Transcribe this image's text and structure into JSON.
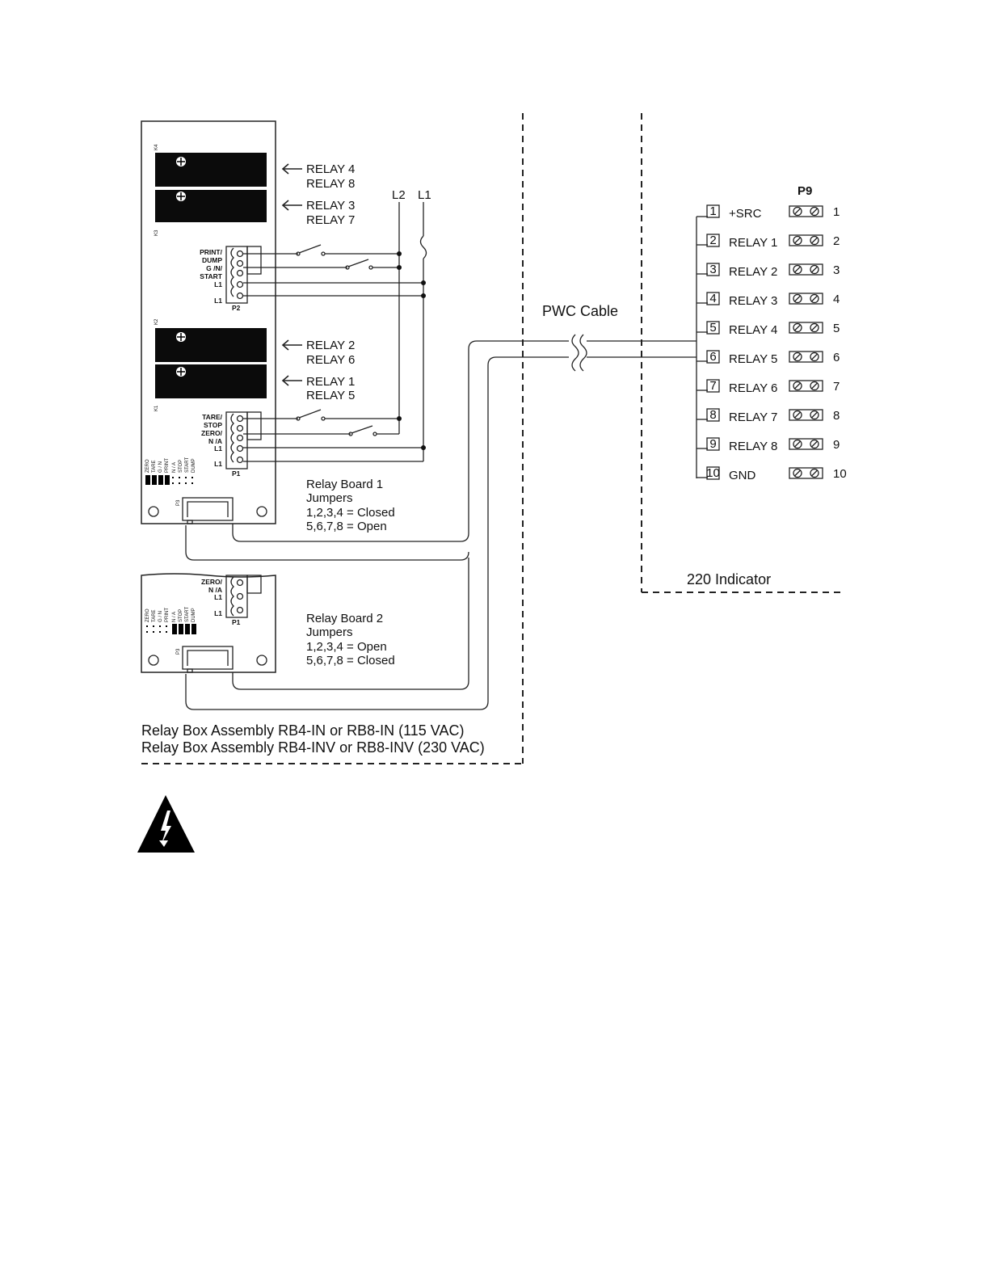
{
  "relay_board_1": {
    "relay_labels": [
      [
        "RELAY 4",
        "RELAY 8"
      ],
      [
        "RELAY 3",
        "RELAY 7"
      ],
      [
        "RELAY 2",
        "RELAY 6"
      ],
      [
        "RELAY 1",
        "RELAY 5"
      ]
    ],
    "relay_ids": [
      "K4",
      "K3",
      "K2",
      "K1"
    ],
    "p2_pins": [
      "PRINT/",
      "DUMP",
      "G /N/",
      "START",
      "L1",
      "L1"
    ],
    "p2_name": "P2",
    "p1_pins": [
      "TARE/",
      "STOP",
      "ZERO/",
      "N /A",
      "L1",
      "L1"
    ],
    "p1_name": "P1",
    "p3_name": "P3",
    "jumper_labels": [
      "ZERO",
      "TARE",
      "G / N",
      "PRINT",
      "N / A",
      "STOP",
      "START",
      "DUMP"
    ],
    "caption": [
      "Relay Board 1",
      "Jumpers",
      "1,2,3,4 = Closed",
      "5,6,7,8 = Open"
    ]
  },
  "relay_board_2": {
    "p1_pins": [
      "ZERO/",
      "N /A",
      "L1",
      "L1"
    ],
    "p1_name": "P1",
    "p3_name": "P3",
    "jumper_labels": [
      "ZERO",
      "TARE",
      "G / N",
      "PRINT",
      "N / A",
      "STOP",
      "START",
      "DUMP"
    ],
    "caption": [
      "Relay Board 2",
      "Jumpers",
      "1,2,3,4 = Open",
      "5,6,7,8 = Closed"
    ]
  },
  "power_lines": [
    "L2",
    "L1"
  ],
  "cable_label": "PWC Cable",
  "enclosure_caption": [
    "Relay Box Assembly RB4-IN or RB8-IN (115 VAC)",
    "Relay Box Assembly RB4-INV or RB8-INV (230 VAC)"
  ],
  "indicator": {
    "connector": "P9",
    "label": "220 Indicator",
    "pins": [
      {
        "num": "1",
        "name": "+SRC"
      },
      {
        "num": "2",
        "name": "RELAY 1"
      },
      {
        "num": "3",
        "name": "RELAY 2"
      },
      {
        "num": "4",
        "name": "RELAY 3"
      },
      {
        "num": "5",
        "name": "RELAY 4"
      },
      {
        "num": "6",
        "name": "RELAY 5"
      },
      {
        "num": "7",
        "name": "RELAY 6"
      },
      {
        "num": "8",
        "name": "RELAY 7"
      },
      {
        "num": "9",
        "name": "RELAY 8"
      },
      {
        "num": "10",
        "name": "GND"
      }
    ]
  },
  "warning_icon": "high-voltage-warning-icon"
}
